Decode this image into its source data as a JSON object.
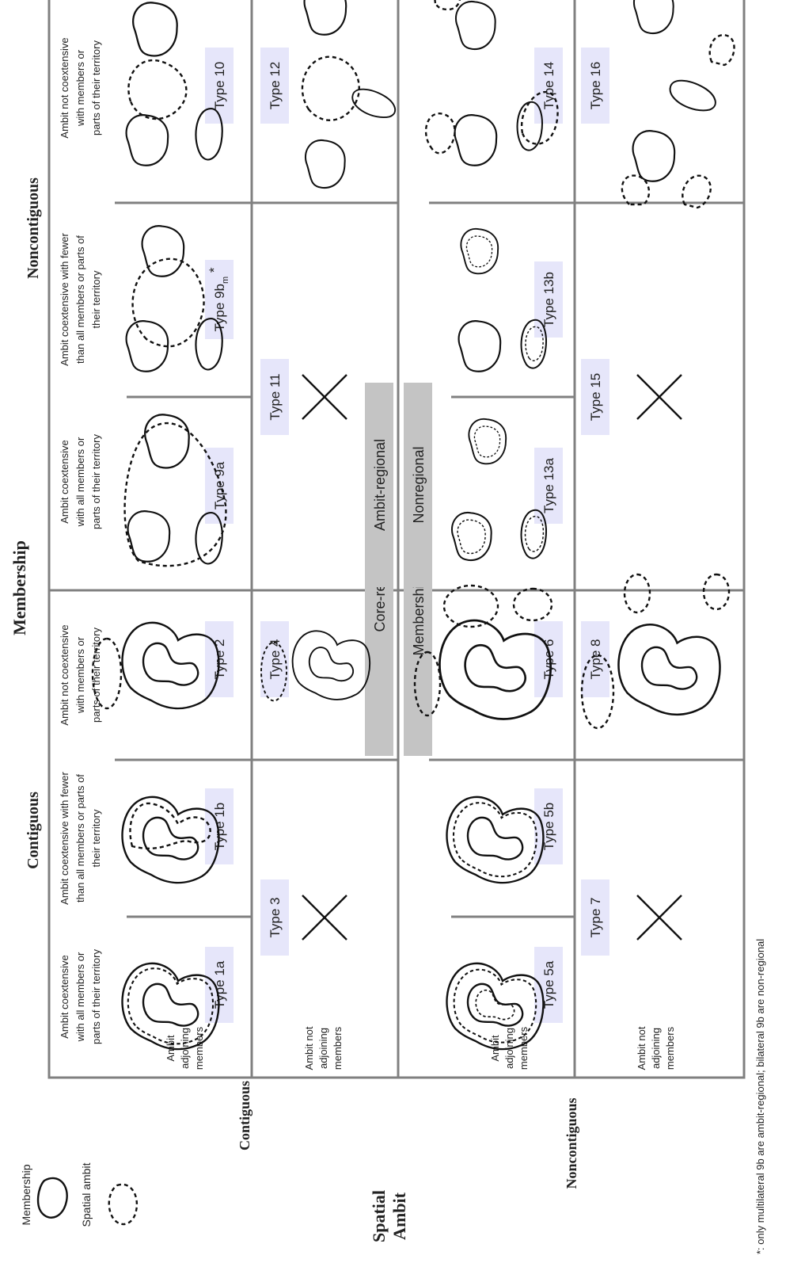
{
  "title": "Membership",
  "row_axis_title": [
    "Spatial",
    "Ambit"
  ],
  "columns": {
    "contiguous": "Contiguous",
    "noncontiguous": "Noncontiguous"
  },
  "rows": {
    "contiguous": "Contiguous",
    "noncontiguous": "Noncontiguous"
  },
  "legend": {
    "membership": "Membership",
    "spatial_ambit": "Spatial ambit"
  },
  "sub_headers": {
    "coext_all": [
      "Ambit coextensive",
      "with all members or",
      "parts of their territory"
    ],
    "coext_fewer": [
      "Ambit coextensive with fewer",
      "than all members or parts of",
      "their territory"
    ],
    "not_coext": [
      "Ambit not coextensive",
      "with members or",
      "parts of their territory"
    ]
  },
  "row_labels": {
    "adjoining": [
      "Ambit",
      "adjoining",
      "members"
    ],
    "not_adjoining": [
      "Ambit not",
      "adjoining",
      "members"
    ]
  },
  "types": {
    "t1a": "Type 1a",
    "t1b": "Type 1b",
    "t2": "Type 2",
    "t3": "Type 3",
    "t4": "Type 4",
    "t5a": "Type 5a",
    "t5b": "Type 5b",
    "t6": "Type 6",
    "t7": "Type 7",
    "t8": "Type 8",
    "t9a": "Type 9a",
    "t9b": "Type 9b",
    "t9b_sub": "m",
    "t9b_star": "*",
    "t10": "Type 10",
    "t11": "Type 11",
    "t12": "Type 12",
    "t13a": "Type 13a",
    "t13b": "Type 13b",
    "t14": "Type 14",
    "t15": "Type 15",
    "t16": "Type 16"
  },
  "regions": {
    "core": "Core-regional",
    "membership": "Membership-regional",
    "ambit": "Ambit-regional",
    "nonregional": "Nonregional"
  },
  "footnote": "*: only multilateral 9b are ambit-regional; bilateral 9b are non-regional",
  "colors": {
    "grid": "#808080",
    "type_tag": "#e6e6fa",
    "region_bar": "#c4c4c4"
  }
}
